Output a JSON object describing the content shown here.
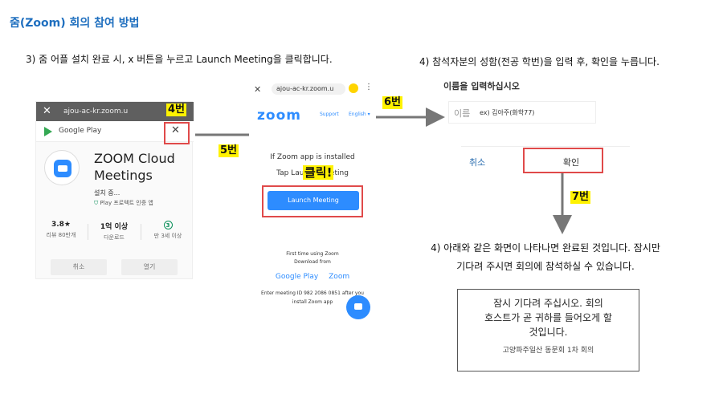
{
  "page": {
    "title": "줌(Zoom) 회의 참여 방법",
    "step3": "3) 줌 어플 설치 완료 시, x 버튼을 누르고 Launch Meeting을 클릭합니다.",
    "step4_enter": "4) 참석자분의 성함(전공 학번)을 입력 후, 확인을 누릅니다.",
    "step4_done_line1": "4) 아래와 같은 화면이 나타나면 완료된 것입니다. 잠시만",
    "step4_done_line2": "기다려 주시면 회의에 참석하실 수 있습니다."
  },
  "labels": {
    "step4_btn": "4번",
    "step5_btn": "5번",
    "step6_btn": "6번",
    "step7_btn": "7번",
    "click": "클릭!"
  },
  "play_screen": {
    "browser_close": "✕",
    "url": "ajou-ac-kr.zoom.u",
    "store_name": "Google Play",
    "close": "✕",
    "app_name": "ZOOM Cloud Meetings",
    "status": "설치 중...",
    "verified": "Play 프로텍트 인증 앱",
    "rating_value": "3.8★",
    "rating_label": "리뷰 80만개",
    "downloads_value": "1억 이상",
    "downloads_label": "다운로드",
    "age_value": "3",
    "age_label": "만 3세 이상",
    "cancel_button": "취소",
    "open_button": "열기"
  },
  "zoom_web": {
    "close": "✕",
    "url": "ajou-ac-kr.zoom.u",
    "more": "⋮",
    "logo": "zoom",
    "support": "Support",
    "language": "English ▾",
    "installed_line1": "If Zoom app is installed",
    "installed_line2": "Tap Launch Meeting",
    "launch_button": "Launch Meeting",
    "first_time_line1": "First time using Zoom",
    "first_time_line2": "Download from",
    "link_google_play": "Google Play",
    "link_zoom": "Zoom",
    "meeting_id_line1": "Enter meeting ID 982 2086 0851 after you",
    "meeting_id_line2": "install Zoom app"
  },
  "name_dialog": {
    "title": "이름을 입력하십시오",
    "field_label": "이름",
    "field_value": "ex) 김아주(화학77)",
    "cancel": "취소",
    "ok": "확인"
  },
  "waiting": {
    "message_line1": "잠시 기다려 주십시오. 회의",
    "message_line2": "호스트가 곧 귀하를 들어오게 할",
    "message_line3": "것입니다.",
    "meeting_name": "고양파주일산 동문회 1차 회의"
  },
  "colors": {
    "title": "#1f6fbf",
    "highlight": "#fff200",
    "red_box": "#e04a4a",
    "zoom_blue": "#2d8cff",
    "arrow": "#777777"
  },
  "icons": {
    "google_play": "google-play-icon",
    "zoom_app": "zoom-app-icon",
    "shield": "play-protect-icon",
    "chat_fab": "chat-bubble-icon"
  }
}
